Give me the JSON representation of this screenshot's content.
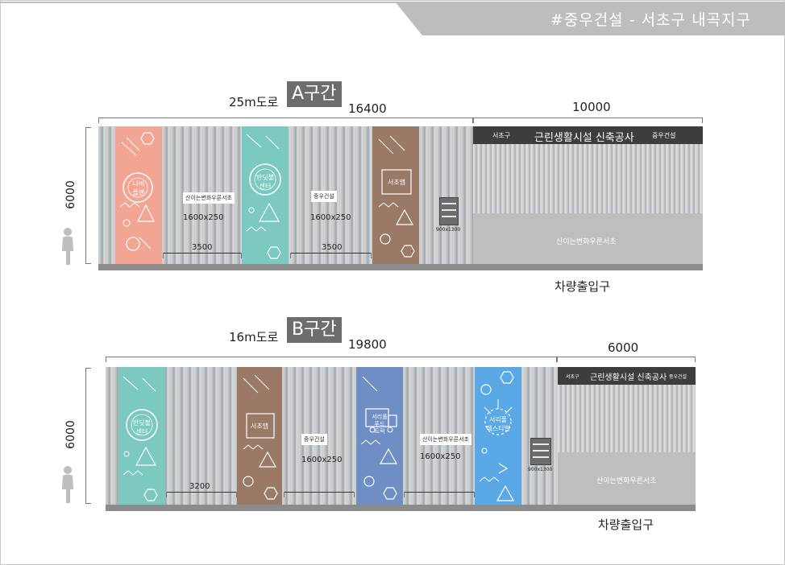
{
  "header": {
    "title": "#중우건설 - 서초구 내곡지구"
  },
  "sectionA": {
    "road": "25m도로",
    "name": "A구간",
    "length_main": "16400",
    "length_gate": "10000",
    "height": "6000",
    "panels": [
      {
        "label": "나비\n플랜",
        "color": "#f2a592"
      },
      {
        "label": "반딧불\n센터",
        "color": "#7cc9bf"
      },
      {
        "label": "서초맵",
        "color": "#9a7a66"
      }
    ],
    "signs": [
      {
        "text": "산이는변화우른서초",
        "size": "1600x250"
      },
      {
        "text": "중우건설",
        "size": "1600x250"
      }
    ],
    "spans": [
      "3500",
      "3500"
    ],
    "poster_size": "900x1300",
    "gate_title": "근린생활시설 신축공사",
    "gate_left": "서초구",
    "gate_right": "중우건설",
    "gate_slogan": "산이는변화우른서초",
    "entrance": "차량출입구"
  },
  "sectionB": {
    "road": "16m도로",
    "name": "B구간",
    "length_main": "19800",
    "length_gate": "6000",
    "height": "6000",
    "panels": [
      {
        "label": "반딧불\n센터",
        "color": "#7cc9bf"
      },
      {
        "label": "서초맵",
        "color": "#9a7a66"
      },
      {
        "label": "서리풀\n푸드\n트럭",
        "color": "#6f8fc4"
      },
      {
        "label": "서리풀\n페스티벌",
        "color": "#5aa9e6"
      }
    ],
    "signs": [
      {
        "text": "중우건설",
        "size": "1600x250"
      },
      {
        "text": "산이는변화우른서초",
        "size": "1600x250"
      }
    ],
    "spans": [
      "3200"
    ],
    "poster_size": "900x1300",
    "gate_title": "근린생활시설 신축공사",
    "gate_left": "서초구",
    "gate_right": "중우건설",
    "gate_slogan": "산이는변화우른서초",
    "entrance": "차량출입구"
  }
}
